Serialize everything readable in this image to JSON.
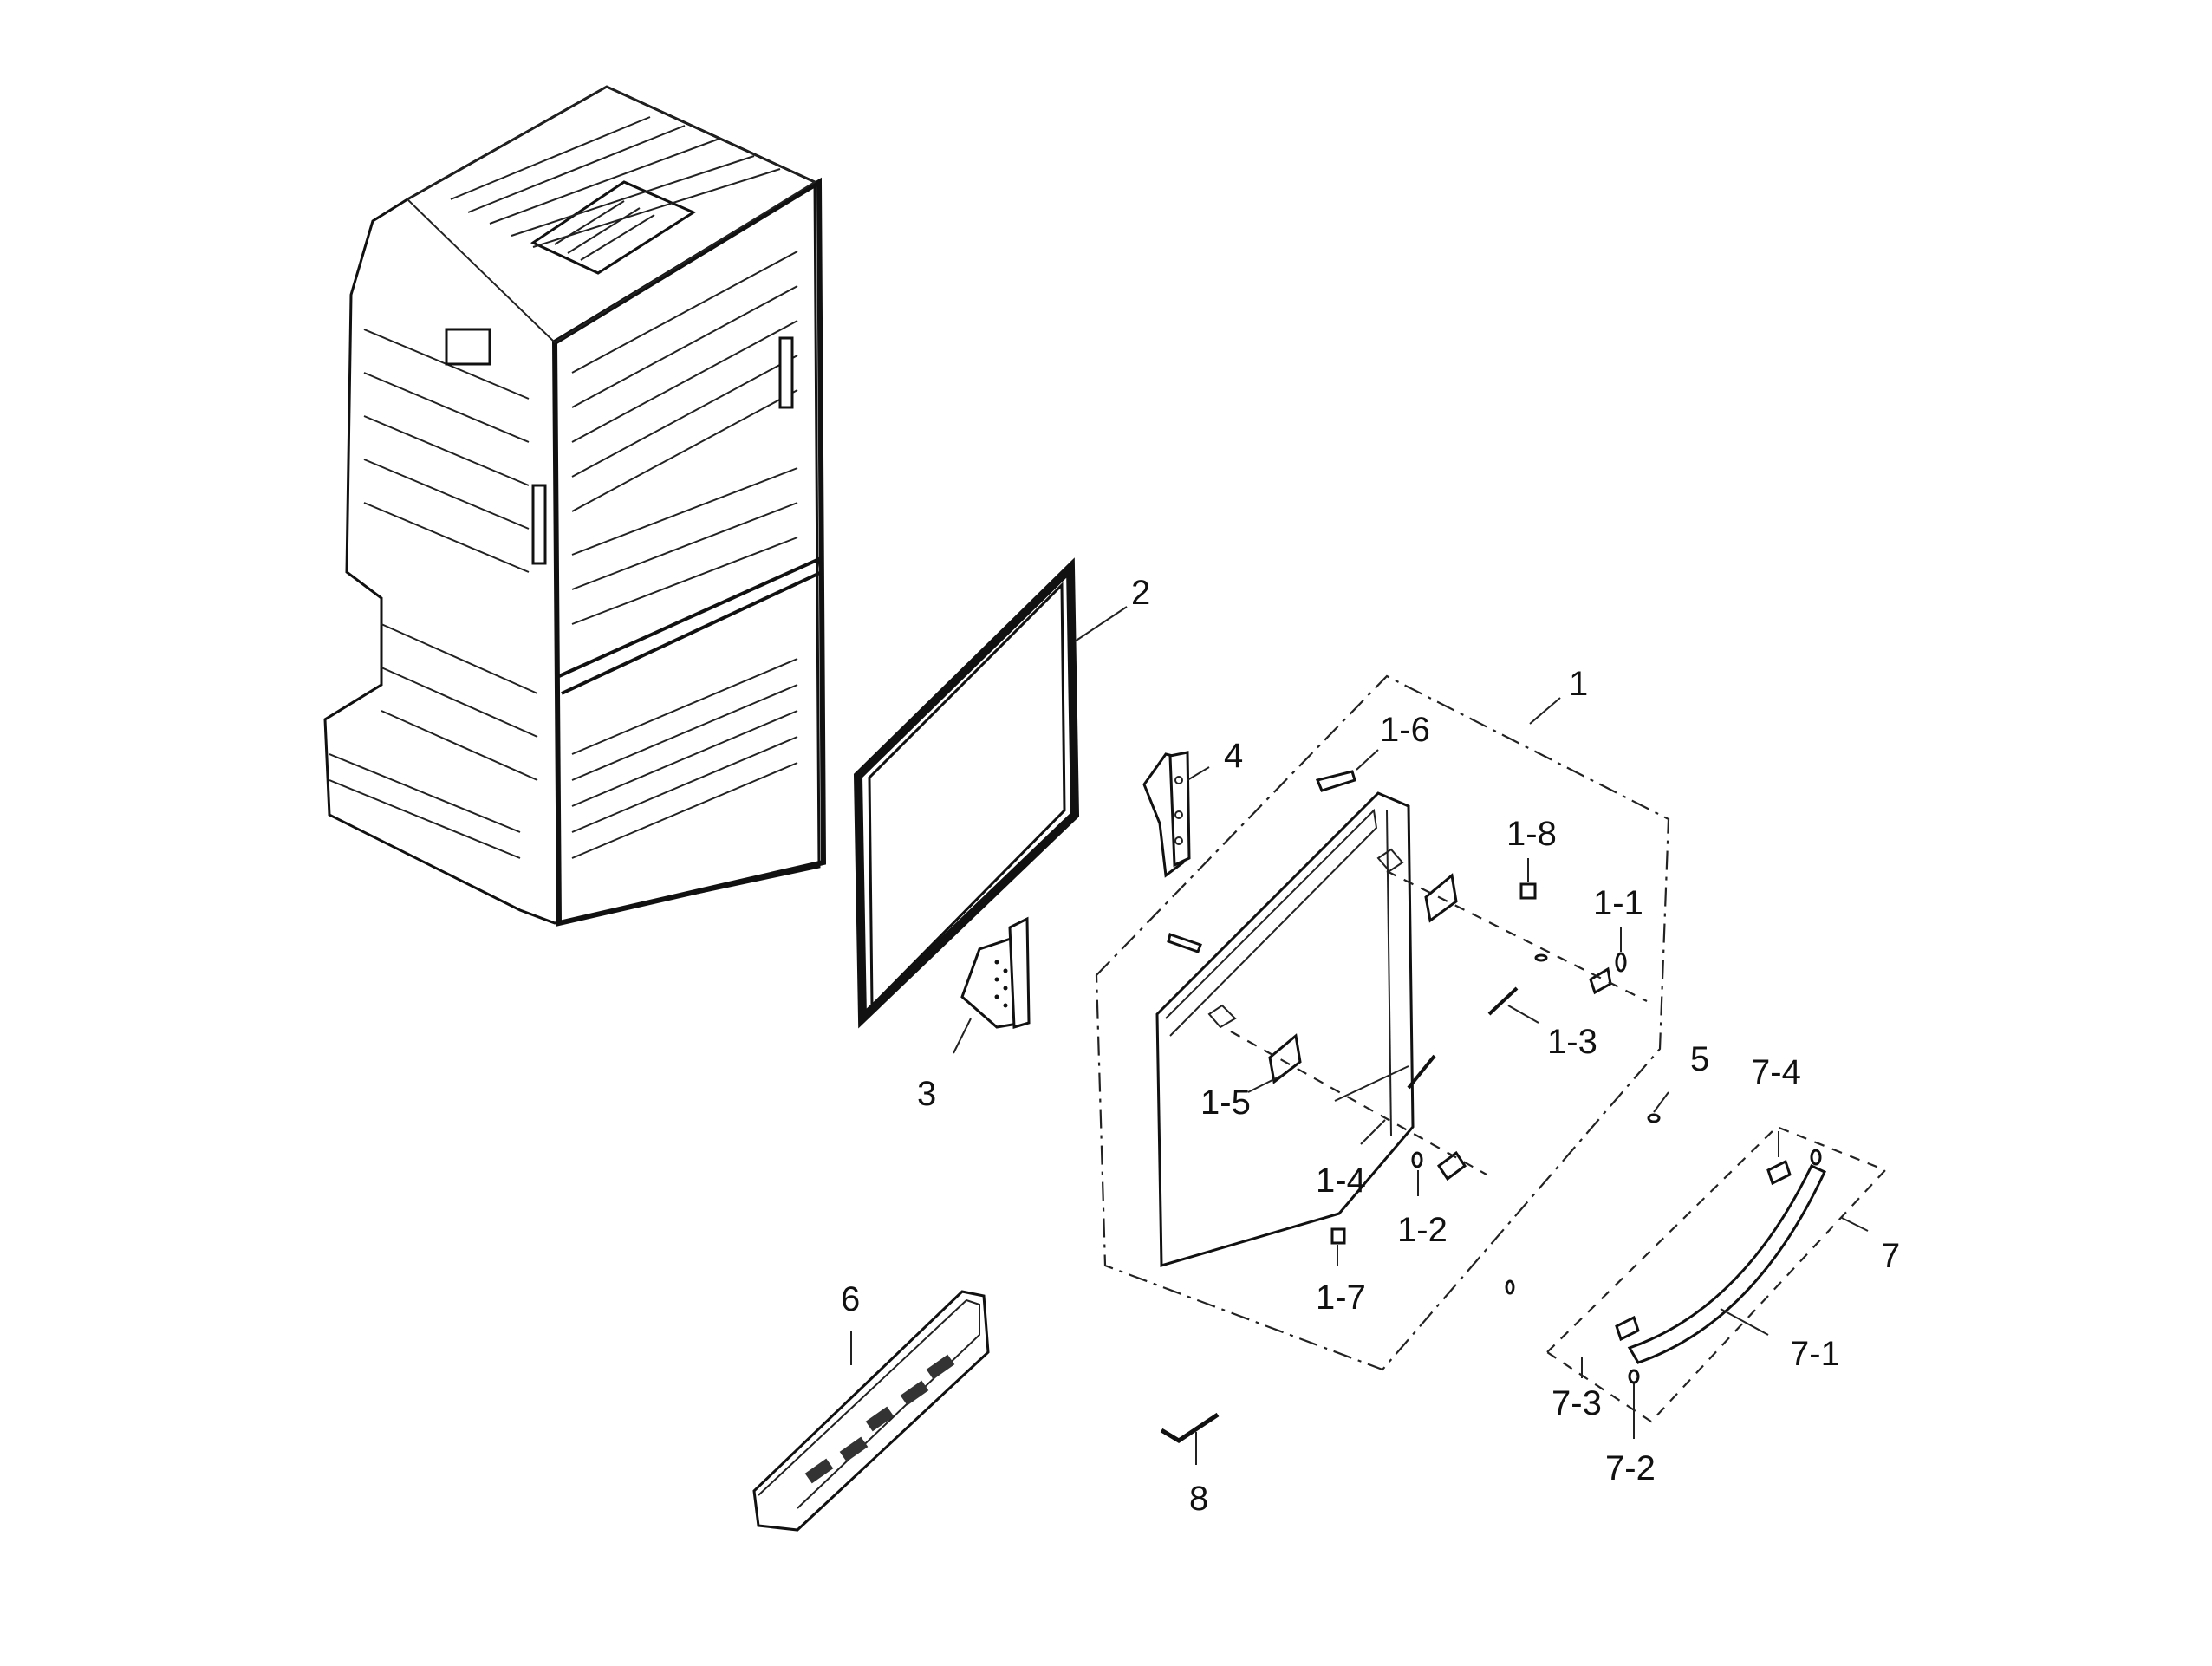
{
  "labels": {
    "l2": "2",
    "l1": "1",
    "l1_6": "1-6",
    "l4": "4",
    "l1_8": "1-8",
    "l1_1": "1-1",
    "l1_3": "1-3",
    "l3": "3",
    "l5": "5",
    "l7_4": "7-4",
    "l1_5": "1-5",
    "l1_4": "1-4",
    "l1_2": "1-2",
    "l7": "7",
    "l1_7": "1-7",
    "l6": "6",
    "l7_1": "7-1",
    "l7_3": "7-3",
    "l8": "8",
    "l7_2": "7-2"
  }
}
